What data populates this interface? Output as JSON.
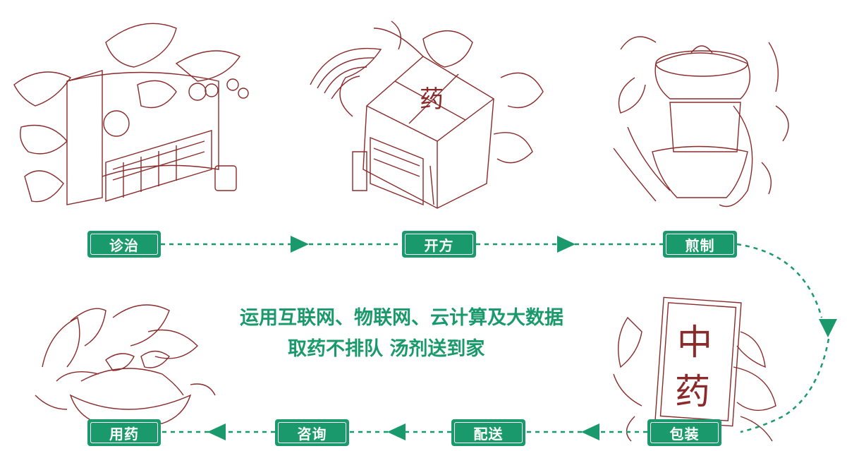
{
  "flow": {
    "steps": [
      "诊治",
      "开方",
      "煎制",
      "包装",
      "配送",
      "咨询",
      "用药"
    ]
  },
  "slogan": {
    "line1": "运用互联网、物联网、云计算及大数据",
    "line2": "取药不排队 汤剂送到家"
  },
  "box_text": {
    "top": "中",
    "bottom": "药"
  },
  "package_char": "药",
  "colors": {
    "accent": "#1a9a6c",
    "ink": "#8a2a2a",
    "background": "#ffffff"
  }
}
